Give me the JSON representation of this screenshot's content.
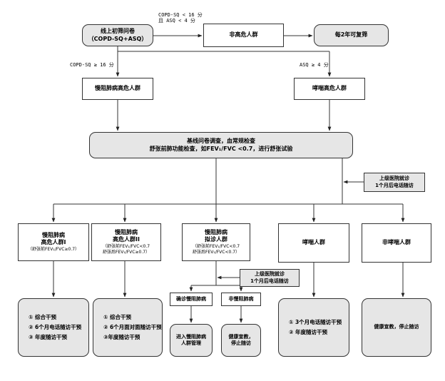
{
  "screener": {
    "line1": "线上初筛问卷",
    "line2": "（COPD-SQ+ASQ）"
  },
  "cond_low": {
    "line1": "COPD-SQ < 16 分",
    "line2": "且 ASQ < 4 分"
  },
  "non_high_risk": "非高危人群",
  "rescreen": "每2年可复筛",
  "cond_copd": "COPD-SQ ≥ 16 分",
  "cond_asq": "ASQ ≥ 4 分",
  "copd_high_risk": "慢阻肺病高危人群",
  "wheeze_high_risk": "哮喘高危人群",
  "baseline": {
    "line1": "基线问卷调查，血常规检查",
    "line2": "舒张前肺功能检查，如FEV₁/FVC <0.7，进行舒张试验"
  },
  "referral_right": {
    "line1": "上级医院就诊",
    "line2": "1个月后电话随访"
  },
  "group1": {
    "line1": "慢阻肺病",
    "line2": "高危人群I",
    "line3": "（舒张前FEV₁/FVC≥0.7）"
  },
  "group2": {
    "line1": "慢阻肺病",
    "line2": "高危人群II",
    "line3": "（舒张前FEV₁/FVC<0.7",
    "line4": "舒张后FEV₁/FVC≥0.7）"
  },
  "group3": {
    "line1": "慢阻肺病",
    "line2": "拟诊人群",
    "line3": "（舒张前FEV₁/FVC<0.7",
    "line4": "舒张后FEV₁/FVC<0.7）"
  },
  "wheeze_group": "哮喘人群",
  "non_wheeze_group": "非哮喘人群",
  "referral_mid": {
    "line1": "上级医院就诊",
    "line2": "1个月后电话随访"
  },
  "confirmed_copd": "确诊慢阻肺病",
  "non_copd": "非慢阻肺病",
  "outcome1": [
    "① 综合干预",
    "② 6个月电话随访干预",
    "③ 年度随访干预"
  ],
  "outcome2": [
    "① 综合干预",
    "② 6个月面对面随访干预",
    "③年度随访干预"
  ],
  "copd_manage": {
    "line1": "进入慢阻肺病",
    "line2": "人群管理"
  },
  "health_edu_stop": {
    "line1": "健康宣教，",
    "line2": "停止随访"
  },
  "outcome_wheeze": [
    "① 3个月电话随访干预",
    "② 年度随访干预"
  ],
  "outcome_non_wheeze": "健康宣教，停止随访"
}
